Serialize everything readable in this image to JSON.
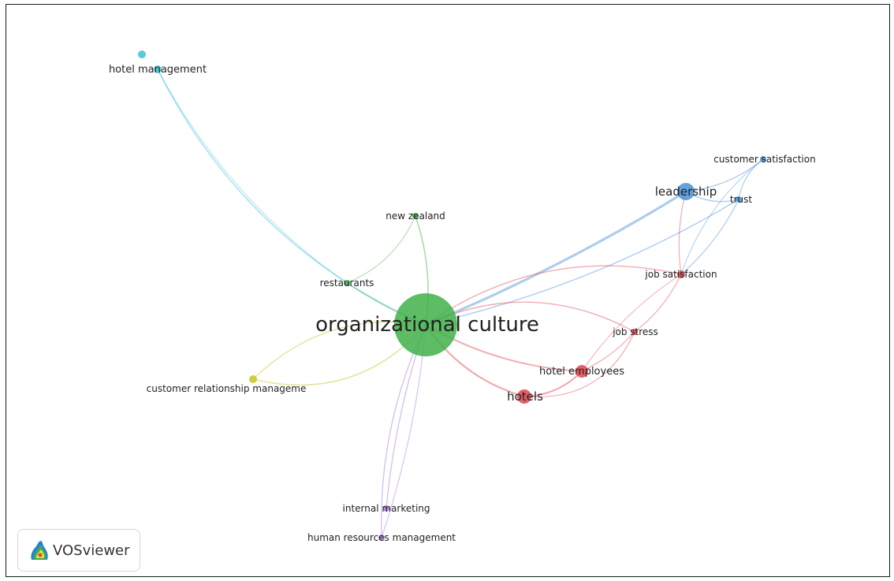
{
  "app": {
    "name": "VOSviewer"
  },
  "network": {
    "clusters": {
      "red": "#e0454f",
      "green": "#3fb24a",
      "blue": "#4a90d9",
      "yellow": "#c9c425",
      "purple": "#a27ad6",
      "cyan": "#3cc2d6"
    },
    "nodes": [
      {
        "id": "organizational-culture",
        "label": "organizational culture",
        "cluster": "green"
      },
      {
        "id": "new-zealand",
        "label": "new zealand",
        "cluster": "green"
      },
      {
        "id": "restaurants",
        "label": "restaurants",
        "cluster": "green"
      },
      {
        "id": "leadership",
        "label": "leadership",
        "cluster": "blue"
      },
      {
        "id": "customer-satisfaction",
        "label": "customer satisfaction",
        "cluster": "blue"
      },
      {
        "id": "trust",
        "label": "trust",
        "cluster": "blue"
      },
      {
        "id": "job-satisfaction",
        "label": "job satisfaction",
        "cluster": "red"
      },
      {
        "id": "job-stress",
        "label": "job stress",
        "cluster": "red"
      },
      {
        "id": "hotel-employees",
        "label": "hotel employees",
        "cluster": "red"
      },
      {
        "id": "hotels",
        "label": "hotels",
        "cluster": "red"
      },
      {
        "id": "customer-relationship-management",
        "label": "customer relationship manageme",
        "cluster": "yellow"
      },
      {
        "id": "internal-marketing",
        "label": "internal marketing",
        "cluster": "purple"
      },
      {
        "id": "human-resources-management",
        "label": "human resources management",
        "cluster": "purple"
      },
      {
        "id": "hotel-management",
        "label": "hotel management",
        "cluster": "cyan"
      }
    ]
  }
}
